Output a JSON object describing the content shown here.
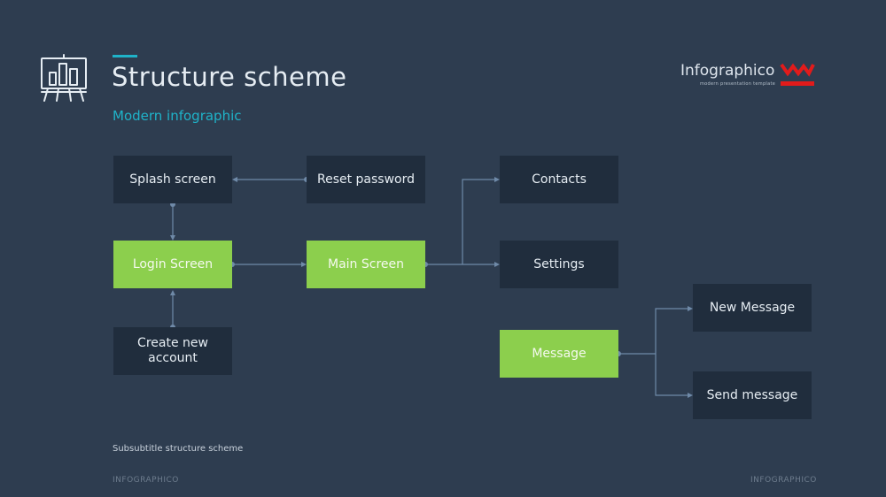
{
  "header": {
    "title": "Structure scheme",
    "subtitle": "Modern infographic",
    "icon": "presentation-board-icon"
  },
  "brand": {
    "name": "Infographico",
    "tagline": "modern presentation template",
    "logo_color": "#e21b1b"
  },
  "diagram": {
    "nodes": {
      "splash": "Splash screen",
      "reset": "Reset password",
      "contacts": "Contacts",
      "login": "Login Screen",
      "main": "Main Screen",
      "settings": "Settings",
      "create": "Create new account",
      "message": "Message",
      "new_message": "New Message",
      "send_message": "Send message"
    },
    "highlighted": [
      "Login Screen",
      "Main Screen",
      "Message"
    ],
    "colors": {
      "background": "#2e3d50",
      "node": "#202d3d",
      "highlight": "#8ccf4d",
      "connector": "#6f8aa8",
      "accent": "#1fb3c9"
    }
  },
  "footnote": "Subsubtitle structure scheme",
  "footer": {
    "left": "INFOGRAPHICO",
    "right": "INFOGRAPHICO"
  }
}
